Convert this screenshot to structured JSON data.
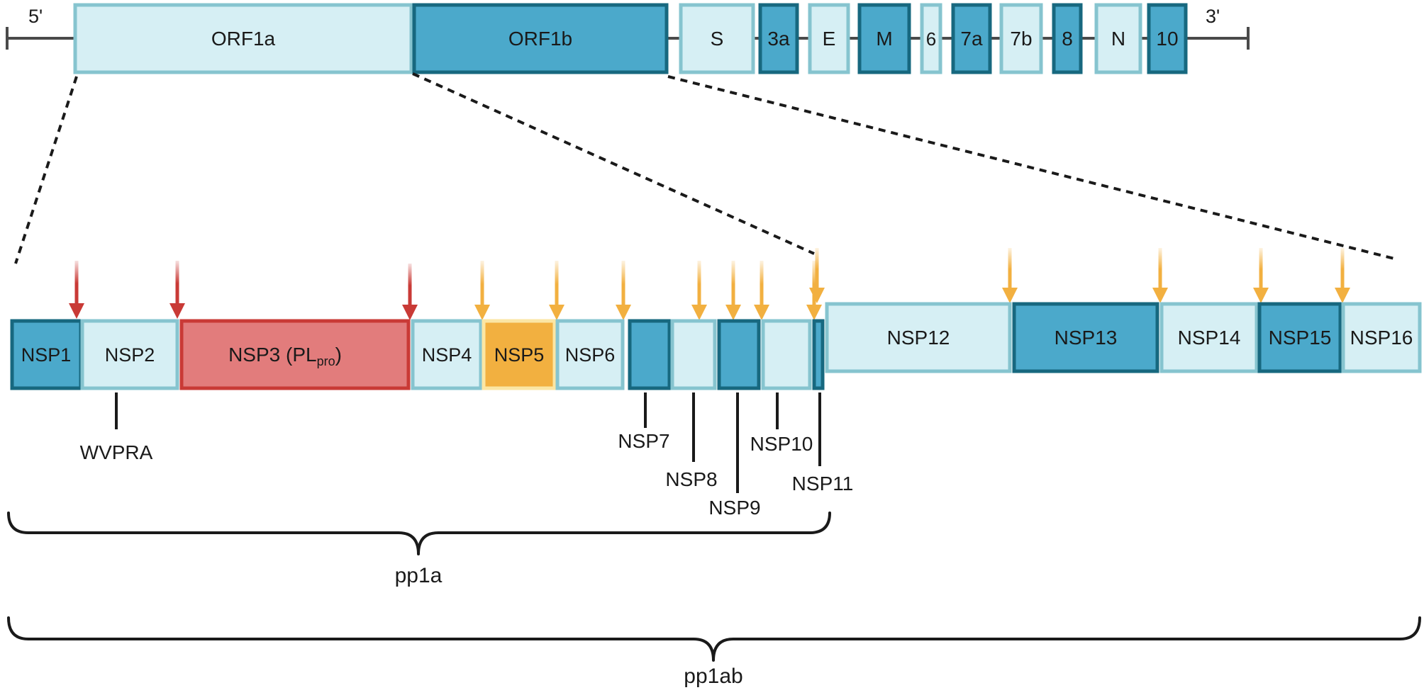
{
  "colors": {
    "light_fill": "#d6eff4",
    "light_stroke": "#86c4cf",
    "dark_fill": "#4ba9cb",
    "dark_stroke": "#17687f",
    "plpro_fill": "#e27c7c",
    "plpro_stroke": "#c93a36",
    "mpro_fill": "#f2b040",
    "mpro_stroke": "#fbe6a4",
    "red_arrow": "#c93a36",
    "orange_arrow": "#f2b040",
    "line": "#4a4a4a"
  },
  "genome": {
    "five_prime": "5'",
    "three_prime": "3'",
    "genes": [
      {
        "id": "orf1a",
        "label": "ORF1a",
        "style": "light"
      },
      {
        "id": "orf1b",
        "label": "ORF1b",
        "style": "dark"
      },
      {
        "id": "s",
        "label": "S",
        "style": "light"
      },
      {
        "id": "3a",
        "label": "3a",
        "style": "dark"
      },
      {
        "id": "e",
        "label": "E",
        "style": "light"
      },
      {
        "id": "m",
        "label": "M",
        "style": "dark"
      },
      {
        "id": "6",
        "label": "6",
        "style": "light"
      },
      {
        "id": "7a",
        "label": "7a",
        "style": "dark"
      },
      {
        "id": "7b",
        "label": "7b",
        "style": "light"
      },
      {
        "id": "8",
        "label": "8",
        "style": "dark"
      },
      {
        "id": "n",
        "label": "N",
        "style": "light"
      },
      {
        "id": "10",
        "label": "10",
        "style": "dark"
      }
    ]
  },
  "polyprotein": {
    "nsps": [
      {
        "id": "nsp1",
        "label": "NSP1",
        "style": "dark"
      },
      {
        "id": "nsp2",
        "label": "NSP2",
        "style": "light"
      },
      {
        "id": "nsp3",
        "label": "NSP3 (PL",
        "sub": "pro",
        "suffix": ")",
        "style": "plpro"
      },
      {
        "id": "nsp4",
        "label": "NSP4",
        "style": "light"
      },
      {
        "id": "nsp5",
        "label": "NSP5",
        "style": "mpro"
      },
      {
        "id": "nsp6",
        "label": "NSP6",
        "style": "light"
      },
      {
        "id": "nsp7",
        "label": "",
        "style": "dark"
      },
      {
        "id": "nsp8",
        "label": "",
        "style": "light"
      },
      {
        "id": "nsp9",
        "label": "",
        "style": "dark"
      },
      {
        "id": "nsp10",
        "label": "",
        "style": "light"
      },
      {
        "id": "nsp11",
        "label": "",
        "style": "dark"
      },
      {
        "id": "nsp12",
        "label": "NSP12",
        "style": "light"
      },
      {
        "id": "nsp13",
        "label": "NSP13",
        "style": "dark"
      },
      {
        "id": "nsp14",
        "label": "NSP14",
        "style": "light"
      },
      {
        "id": "nsp15",
        "label": "NSP15",
        "style": "dark"
      },
      {
        "id": "nsp16",
        "label": "NSP16",
        "style": "light"
      }
    ],
    "callouts": [
      {
        "id": "wvpra",
        "label": "WVPRA"
      },
      {
        "id": "nsp7",
        "label": "NSP7"
      },
      {
        "id": "nsp8",
        "label": "NSP8"
      },
      {
        "id": "nsp9",
        "label": "NSP9"
      },
      {
        "id": "nsp10",
        "label": "NSP10"
      },
      {
        "id": "nsp11",
        "label": "NSP11"
      }
    ],
    "cleavage_sites": [
      {
        "id": "plpro-1",
        "protease": "plpro"
      },
      {
        "id": "plpro-2",
        "protease": "plpro"
      },
      {
        "id": "plpro-3",
        "protease": "plpro"
      },
      {
        "id": "mpro-1",
        "protease": "mpro"
      },
      {
        "id": "mpro-2",
        "protease": "mpro"
      },
      {
        "id": "mpro-3",
        "protease": "mpro"
      },
      {
        "id": "mpro-4",
        "protease": "mpro"
      },
      {
        "id": "mpro-5",
        "protease": "mpro"
      },
      {
        "id": "mpro-6",
        "protease": "mpro"
      },
      {
        "id": "mpro-7",
        "protease": "mpro"
      },
      {
        "id": "mpro-8",
        "protease": "mpro"
      },
      {
        "id": "mpro-9",
        "protease": "mpro"
      },
      {
        "id": "mpro-10",
        "protease": "mpro"
      },
      {
        "id": "mpro-11",
        "protease": "mpro"
      },
      {
        "id": "mpro-12",
        "protease": "mpro"
      }
    ]
  },
  "brackets": {
    "pp1a": "pp1a",
    "pp1ab": "pp1ab"
  }
}
